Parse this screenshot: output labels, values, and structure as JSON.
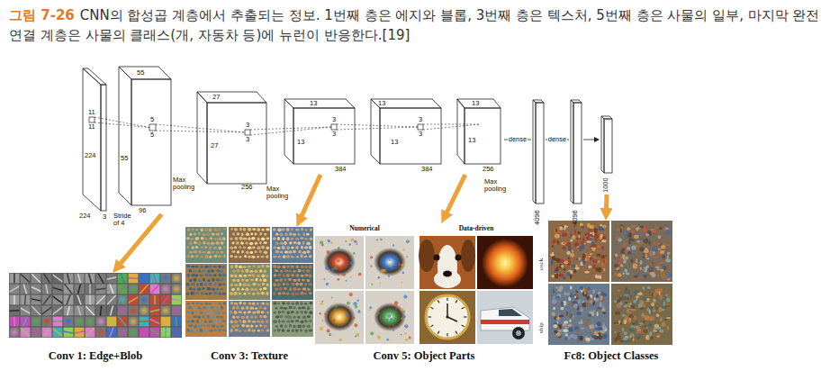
{
  "diagram": {
    "title": "그림 7-26",
    "caption": "CNN의 합성곱 계층에서 추출되는 정보. 1번째 층은 에지와 블롭, 3번째 층은 텍스처, 5번째 층은 사물의 일부, 마지막 완전연결 계층은 사물의 클래스(개, 자동차 등)에 뉴런이 반응한다.[19]",
    "nodes": [
      {
        "text": [
          "224",
          "224",
          "3",
          "11",
          "11"
        ]
      },
      {
        "text": [
          "55",
          "55",
          "96",
          "5",
          "5"
        ]
      },
      {
        "text": [
          "27",
          "27",
          "256",
          "3",
          "3"
        ]
      },
      {
        "text": [
          "13",
          "13",
          "384",
          "3",
          "3"
        ]
      },
      {
        "text": [
          "13",
          "13",
          "384",
          "3",
          "3"
        ]
      },
      {
        "text": [
          "13",
          "13",
          "256"
        ]
      },
      {
        "text": [
          "4096"
        ]
      },
      {
        "text": [
          "4096"
        ]
      },
      {
        "text": [
          "1000"
        ]
      },
      {
        "text": [
          "Conv 1: Edge+Blob"
        ]
      },
      {
        "text": [
          "Conv 3: Texture"
        ]
      },
      {
        "text": [
          "Numerical",
          "Data-driven",
          "Conv 5: Object Parts"
        ]
      },
      {
        "text": [
          "cock",
          "ship",
          "Fc8: Object Classes"
        ]
      }
    ],
    "edges": [
      {
        "from": 5,
        "to": 6,
        "label": "dense",
        "arrow": "none"
      },
      {
        "from": 6,
        "to": 7,
        "label": "dense",
        "arrow": "none"
      },
      {
        "from": 7,
        "to": 8,
        "arrow": "to"
      },
      {
        "from": 1,
        "to": 9,
        "arrow": "to"
      },
      {
        "from": 3,
        "to": 10,
        "arrow": "to"
      },
      {
        "from": 5,
        "to": 11,
        "arrow": "to"
      },
      {
        "from": 8,
        "to": 12,
        "arrow": "to"
      }
    ],
    "labels": [
      "Stride of 4",
      "Max pooling",
      "Max pooling",
      "Max pooling"
    ]
  }
}
